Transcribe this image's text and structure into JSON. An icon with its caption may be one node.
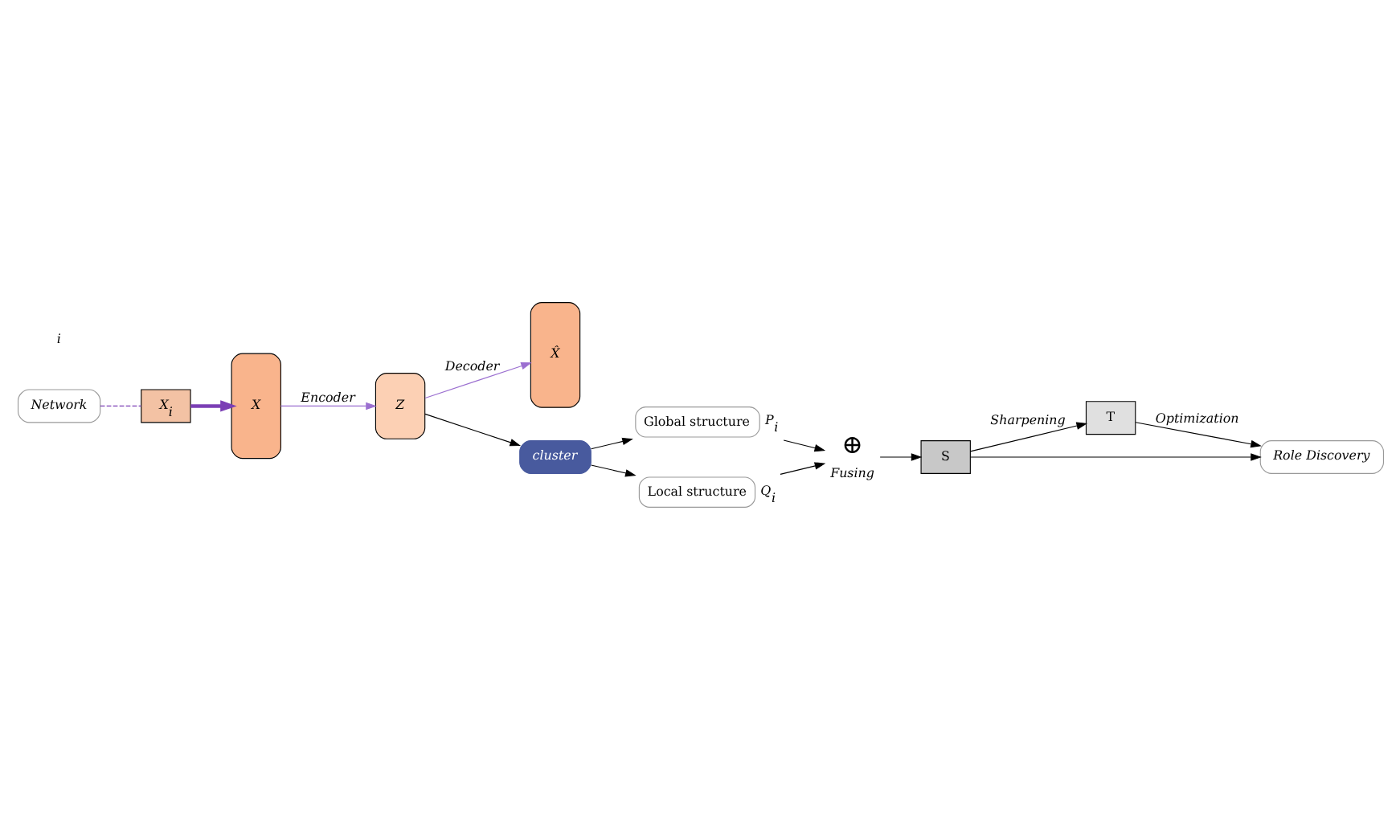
{
  "diagram": {
    "nodes": [
      {
        "text": [
          "Network"
        ]
      },
      {
        "text": [
          "X$_{i}$"
        ]
      },
      {
        "text": [
          "X"
        ]
      },
      {
        "text": [
          "Z"
        ]
      },
      {
        "text": [
          "X̂"
        ]
      },
      {
        "text": [
          "cluster"
        ]
      },
      {
        "text": [
          "Global structure"
        ],
        "beside": [
          "P$_{i}$"
        ]
      },
      {
        "text": [
          "Local structure"
        ],
        "beside": [
          "Q$_{i}$"
        ]
      },
      {
        "text": [
          "⊕"
        ],
        "beside": [
          "Fusing"
        ]
      },
      {
        "text": [
          "S"
        ]
      },
      {
        "text": [
          "T"
        ]
      },
      {
        "text": [
          "Role Discovery"
        ]
      }
    ],
    "edges": [
      {
        "from": 0,
        "to": 1,
        "arrow": "none",
        "style": "dashed",
        "color": "#7b3fb5"
      },
      {
        "from": 1,
        "to": 2,
        "arrow": "to",
        "style": "thick",
        "color": "#7b3fb5"
      },
      {
        "from": 2,
        "to": 3,
        "arrow": "to",
        "label": "Encoder",
        "color": "#9b6fd0"
      },
      {
        "from": 3,
        "to": 4,
        "arrow": "to",
        "label": "Decoder",
        "color": "#9b6fd0"
      },
      {
        "from": 3,
        "to": 5,
        "arrow": "to"
      },
      {
        "from": 5,
        "to": 6,
        "arrow": "to"
      },
      {
        "from": 5,
        "to": 7,
        "arrow": "to"
      },
      {
        "from": 6,
        "to": 8,
        "arrow": "to"
      },
      {
        "from": 7,
        "to": 8,
        "arrow": "to"
      },
      {
        "from": 8,
        "to": 9,
        "arrow": "to"
      },
      {
        "from": 9,
        "to": 10,
        "arrow": "to",
        "label": "Sharpening"
      },
      {
        "from": 10,
        "to": 11,
        "arrow": "to",
        "label": "Optimization"
      },
      {
        "from": 9,
        "to": 11,
        "arrow": "to"
      }
    ],
    "labels": [
      "i"
    ]
  }
}
